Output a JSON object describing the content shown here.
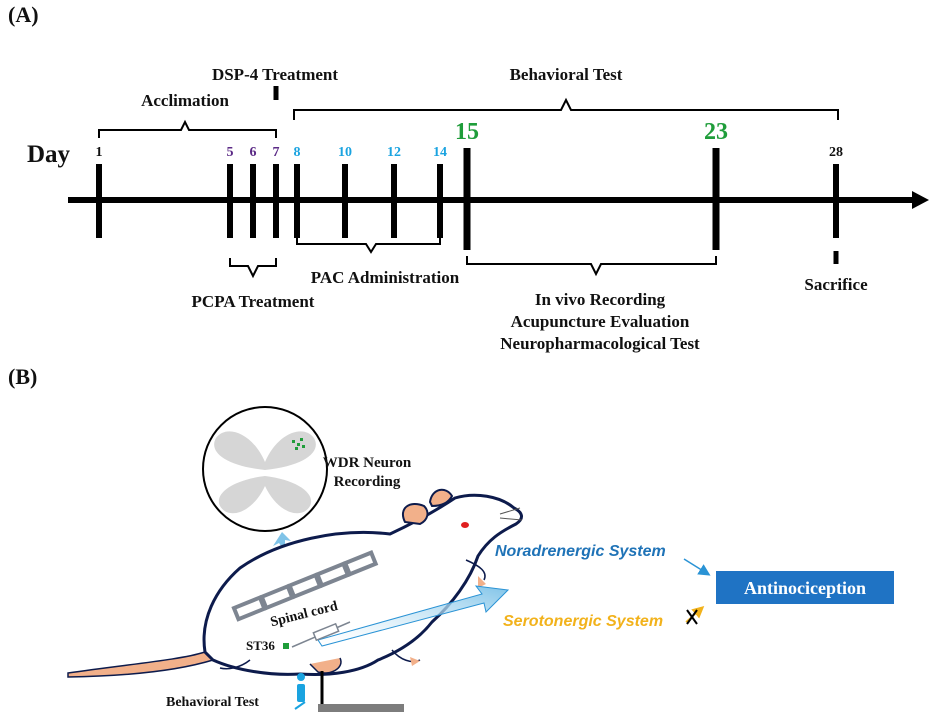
{
  "panel_a": {
    "label": "(A)",
    "day_title": "Day",
    "days": [
      {
        "value": "1",
        "color": "#111111"
      },
      {
        "value": "5",
        "color": "#5b2a86"
      },
      {
        "value": "6",
        "color": "#5b2a86"
      },
      {
        "value": "7",
        "color": "#5b2a86"
      },
      {
        "value": "8",
        "color": "#1aa3e0"
      },
      {
        "value": "10",
        "color": "#1aa3e0"
      },
      {
        "value": "12",
        "color": "#1aa3e0"
      },
      {
        "value": "14",
        "color": "#1aa3e0"
      },
      {
        "value": "15",
        "color": "#1f9d3a"
      },
      {
        "value": "23",
        "color": "#1f9d3a"
      },
      {
        "value": "28",
        "color": "#111111"
      }
    ],
    "labels": {
      "dsp4": "DSP-4 Treatment",
      "acclimation": "Acclimation",
      "behavioral": "Behavioral Test",
      "pcpa": "PCPA Treatment",
      "pac": "PAC Administration",
      "invivo_1": "In vivo Recording",
      "invivo_2": "Acupuncture Evaluation",
      "invivo_3": "Neuropharmacological Test",
      "sacrifice": "Sacrifice"
    }
  },
  "panel_b": {
    "label": "(B)",
    "wdr_1": "WDR Neuron",
    "wdr_2": "Recording",
    "spinal_cord": "Spinal cord",
    "st36": "ST36",
    "behavioral_test": "Behavioral Test",
    "noradrenergic": "Noradrenergic System",
    "serotonergic": "Serotonergic System",
    "antinociception": "Antinociception",
    "colors": {
      "noradrenergic": "#1f73b7",
      "serotonergic": "#f2b21b",
      "antinociception_bg": "#1f73c4",
      "acupoint": "#1f9d3a"
    }
  }
}
